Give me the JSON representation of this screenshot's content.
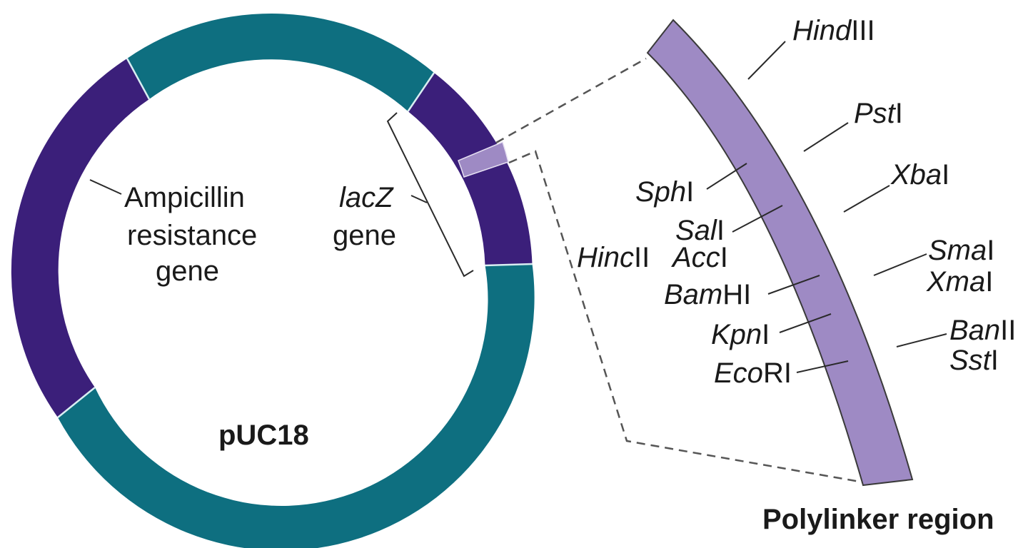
{
  "figure": {
    "plasmid_name": "pUC18",
    "ampicillin_label": [
      "Ampicillin",
      "resistance",
      "gene"
    ],
    "lacz_label": {
      "italic": "lacZ",
      "line2": "gene"
    },
    "polylinker_title": "Polylinker region"
  },
  "colors": {
    "backbone": "#0e6f80",
    "gene": "#3b1f7a",
    "polylinker": "#9e8ac4",
    "polylinker_edge": "#3a3a3a"
  },
  "restriction_sites": [
    {
      "id": "hindiii",
      "italic": "Hind",
      "roman": "III"
    },
    {
      "id": "psti",
      "italic": "Pst",
      "roman": "I"
    },
    {
      "id": "sphi",
      "italic": "Sph",
      "roman": "I"
    },
    {
      "id": "xbai",
      "italic": "Xba",
      "roman": "I"
    },
    {
      "id": "sali",
      "italic": "Sal",
      "roman": "I"
    },
    {
      "id": "hincii",
      "italic": "Hinc",
      "roman": "II"
    },
    {
      "id": "acci",
      "italic": "Acc",
      "roman": "I"
    },
    {
      "id": "smai",
      "italic": "Sma",
      "roman": "I"
    },
    {
      "id": "xmai",
      "italic": "Xma",
      "roman": "I"
    },
    {
      "id": "bamhi",
      "italic": "Bam",
      "roman": "HI"
    },
    {
      "id": "kpni",
      "italic": "Kpn",
      "roman": "I"
    },
    {
      "id": "banii",
      "italic": "Ban",
      "roman": "II"
    },
    {
      "id": "ssti",
      "italic": "Sst",
      "roman": "I"
    },
    {
      "id": "ecori",
      "italic": "Eco",
      "roman": "RI"
    }
  ]
}
